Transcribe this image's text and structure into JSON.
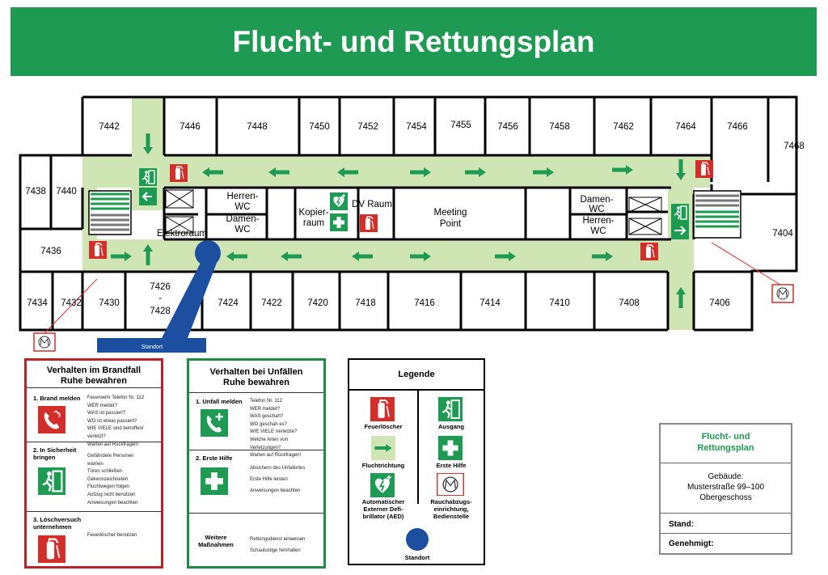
{
  "title": "Flucht- und Rettungsplan",
  "rooms": {
    "r7442": "7442",
    "r7446": "7446",
    "r7448": "7448",
    "r7450": "7450",
    "r7452": "7452",
    "r7454": "7454",
    "r7455": "7455",
    "r7456": "7456",
    "r7458": "7458",
    "r7462": "7462",
    "r7464": "7464",
    "r7466": "7466",
    "r7468": "7468",
    "r7438": "7438",
    "r7440": "7440",
    "r7436": "7436",
    "r7404": "7404",
    "r7434": "7434",
    "r7432": "7432",
    "r7430": "7430",
    "r7426": "7426",
    "r7426_dash": "-",
    "r7428": "7428",
    "r7424": "7424",
    "r7422": "7422",
    "r7420": "7420",
    "r7418": "7418",
    "r7416": "7416",
    "r7414": "7414",
    "r7410": "7410",
    "r7408": "7408",
    "r7406": "7406",
    "herren_wc_1": "Herren-",
    "herren_wc_2": "WC",
    "damen_wc_1": "Damen-",
    "damen_wc_2": "WC",
    "kopier_1": "Kopier-",
    "kopier_2": "raum",
    "dv_raum": "DV Raum",
    "meeting_1": "Meeting",
    "meeting_2": "Point",
    "damen_wc_r_1": "Damen-",
    "damen_wc_r_2": "WC",
    "herren_wc_r_1": "Herren-",
    "herren_wc_r_2": "WC",
    "elektroraum": "Elektroraum"
  },
  "standort_label": "Standort",
  "fire_box": {
    "title_1": "Verhalten im Brandfall",
    "title_2": "Ruhe bewahren",
    "s1_head_1": "1. Brand melden",
    "s1_lines": [
      "Feuerwehr Telefon Nr. 112",
      "WER meldet?",
      "WAS ist passiert?",
      "WO ist etwas passiert?",
      "WIE VIELE sind betroffen/ verletzt?",
      "Warten auf Rückfragen!"
    ],
    "s2_head_1": "2. In Sicherheit",
    "s2_head_2": "bringen",
    "s2_lines": [
      "Gefährdete Personen",
      "warnen",
      "Türen schließen",
      "Gekennzeichneten",
      "Fluchtwegen folgen",
      "Aufzug nicht benutzen",
      "Anweisungen beachten"
    ],
    "s3_head_1": "3. Löschversuch",
    "s3_head_2": "unternehmen",
    "s3_lines": [
      "Feuerlöscher benutzen"
    ]
  },
  "accident_box": {
    "title_1": "Verhalten bei Unfällen",
    "title_2": "Ruhe bewahren",
    "s1_head_1": "1. Unfall melden",
    "s1_lines": [
      "Telefon Nr. 112",
      "WER meldet?",
      "WAS geschah?",
      "WO geschah es?",
      "WIE VIELE Verletzte?",
      "Welche Arten von Verletzungen?",
      "Warten auf Rückfragen!"
    ],
    "s2_head_1": "2. Erste Hilfe",
    "s2_lines": [
      "Absichern des Unfallortes",
      "Erste Hilfe leisten",
      "Anweisungen beachten"
    ],
    "s3_head_1": "Weitere",
    "s3_head_2": "Maßnahmen",
    "s3_lines": [
      "Rettungsdienst einweisen",
      "Schaulustige fernhalten"
    ]
  },
  "legend": {
    "title": "Legende",
    "fire_ext": "Feuerlöscher",
    "exit": "Ausgang",
    "direction": "Fluchtrichtung",
    "first_aid": "Erste Hilfe",
    "aed_1": "Automatischer",
    "aed_2": "Externer Defi-",
    "aed_3": "brillator (AED)",
    "smoke_1": "Rauchabzugs-",
    "smoke_2": "einrichtung,",
    "smoke_3": "Bedienstelle",
    "standort": "Standort"
  },
  "info": {
    "title_1": "Flucht- und",
    "title_2": "Rettungsplan",
    "building_1": "Gebäude:",
    "building_2": "Musterstraße 99–100",
    "building_3": "Obergeschoss",
    "stand": "Stand:",
    "genehmigt": "Genehmigt:"
  },
  "colors": {
    "green": "#1f9a52",
    "corridor": "#cfe5b4",
    "red": "#d32e2a",
    "blue": "#1c4fa0",
    "fire_border": "#b8232a",
    "accident_border": "#1f8a45"
  },
  "icons": [
    "fire-extinguisher-icon",
    "exit-icon",
    "direction-arrow-icon",
    "first-aid-icon",
    "aed-icon",
    "smoke-extraction-icon",
    "standort-marker-icon",
    "fire-alarm-phone-icon",
    "emergency-phone-icon",
    "stairs-icon"
  ]
}
